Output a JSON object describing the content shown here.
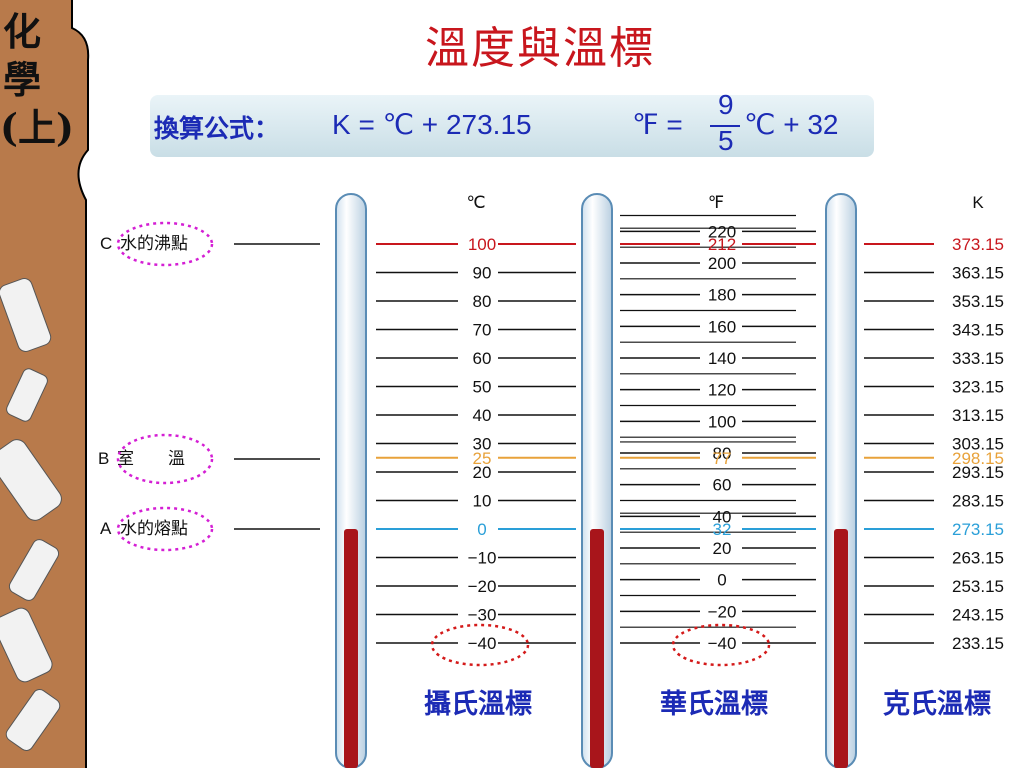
{
  "page": {
    "title": "溫度與溫標",
    "sidebar_text": "化學(上)"
  },
  "formula": {
    "label": "換算公式：",
    "kelvin": "K = ℃ + 273.15",
    "fahrenheit_left": "℉ =",
    "numerator": "9",
    "denominator": "5",
    "fahrenheit_right": "℃ + 32"
  },
  "reference_points": [
    {
      "letter": "C",
      "name": "水的沸點"
    },
    {
      "letter": "B",
      "name": "室　　溫"
    },
    {
      "letter": "A",
      "name": "水的熔點"
    }
  ],
  "scales": [
    {
      "unit": "℃",
      "name": "攝氏溫標",
      "ticks": [
        "100",
        "90",
        "80",
        "70",
        "60",
        "50",
        "40",
        "30",
        "20",
        "10",
        "0",
        "−10",
        "−20",
        "−30",
        "−40"
      ],
      "highlights": {
        "boiling": "100",
        "room": "25",
        "freezing": "0"
      }
    },
    {
      "unit": "℉",
      "name": "華氏溫標",
      "ticks": [
        "220",
        "200",
        "180",
        "160",
        "140",
        "120",
        "100",
        "80",
        "60",
        "40",
        "20",
        "0",
        "−20",
        "−40"
      ],
      "highlights": {
        "boiling": "212",
        "room": "77",
        "freezing": "32"
      }
    },
    {
      "unit": "K",
      "name": "克氏溫標",
      "ticks": [
        "373.15",
        "363.15",
        "353.15",
        "343.15",
        "333.15",
        "323.15",
        "313.15",
        "303.15",
        "293.15",
        "283.15",
        "273.15",
        "263.15",
        "253.15",
        "243.15",
        "233.15"
      ],
      "highlights": {
        "boiling": "373.15",
        "room": "298.15",
        "freezing": "273.15"
      }
    }
  ],
  "colors": {
    "title": "#c8161d",
    "formula_text": "#1c2bb5",
    "boiling_line": "#c8161d",
    "room_line": "#e8a23a",
    "freezing_line": "#2a9fd8",
    "thermometer_fill": "#a8151b",
    "dashed_ellipse_magenta": "#d41fd4",
    "dashed_ellipse_red": "#d41a1a",
    "sidebar_brown": "#b87a4b"
  }
}
